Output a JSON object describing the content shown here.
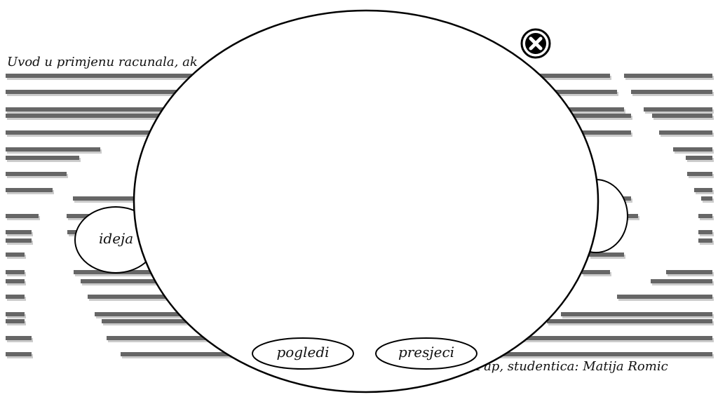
{
  "header": {
    "course_text": "Uvod u primjenu racunala, ak"
  },
  "footer": {
    "credits_text": "ana Pap, studentica: Matija Romic"
  },
  "bubbles": {
    "left_label": "ideja"
  },
  "modal": {
    "buttons": [
      {
        "label": "pogledi"
      },
      {
        "label": "presjeci"
      }
    ]
  },
  "icons": {
    "close": "close-icon"
  },
  "colors": {
    "bars": "#666666",
    "bar_shadow": "#cccccc",
    "outline": "#000000",
    "background": "#ffffff"
  }
}
